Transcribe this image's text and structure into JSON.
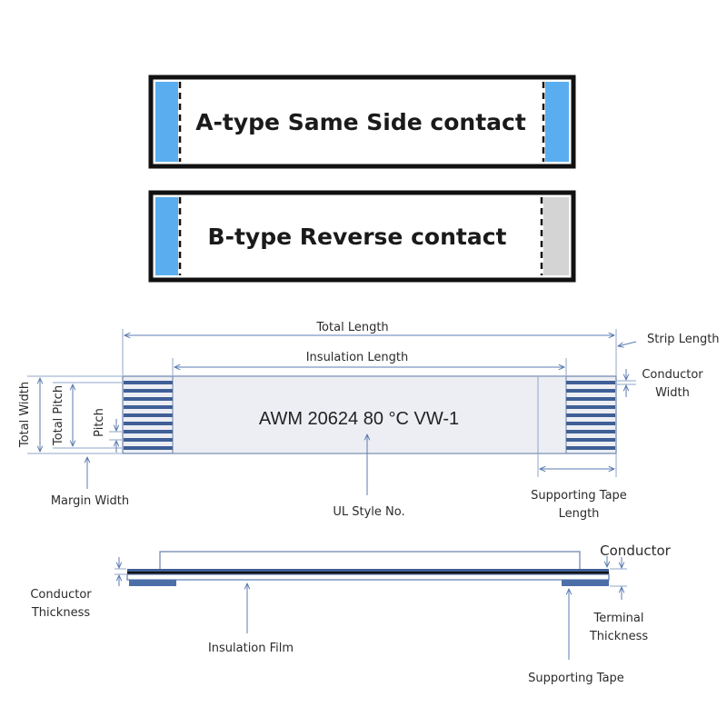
{
  "contact_types": {
    "a_type": "A-type Same Side contact",
    "b_type": "B-type Reverse contact"
  },
  "top_view": {
    "total_length": "Total Length",
    "insulation_length": "Insulation Length",
    "strip_length": "Strip Length",
    "conductor_width_line1": "Conductor",
    "conductor_width_line2": "Width",
    "total_width": "Total Width",
    "total_pitch": "Total Pitch",
    "pitch": "Pitch",
    "cable_marking": "AWM 20624 80 °C VW-1",
    "margin_width": "Margin Width",
    "ul_style": "UL Style No.",
    "supporting_tape_length_line1": "Supporting Tape",
    "supporting_tape_length_line2": "Length"
  },
  "side_view": {
    "conductor": "Conductor",
    "conductor_thickness_line1": "Conductor",
    "conductor_thickness_line2": "Thickness",
    "terminal_thickness_line1": "Terminal",
    "terminal_thickness_line2": "Thickness",
    "insulation_film": "Insulation Film",
    "supporting_tape": "Supporting Tape"
  },
  "colors": {
    "contact_blue": "#5aaef0",
    "contact_grey": "#d4d4d4",
    "conductor_blue": "#3f5f96",
    "cable_fill": "#eceef3",
    "dimension_line": "#5b7bb0"
  }
}
